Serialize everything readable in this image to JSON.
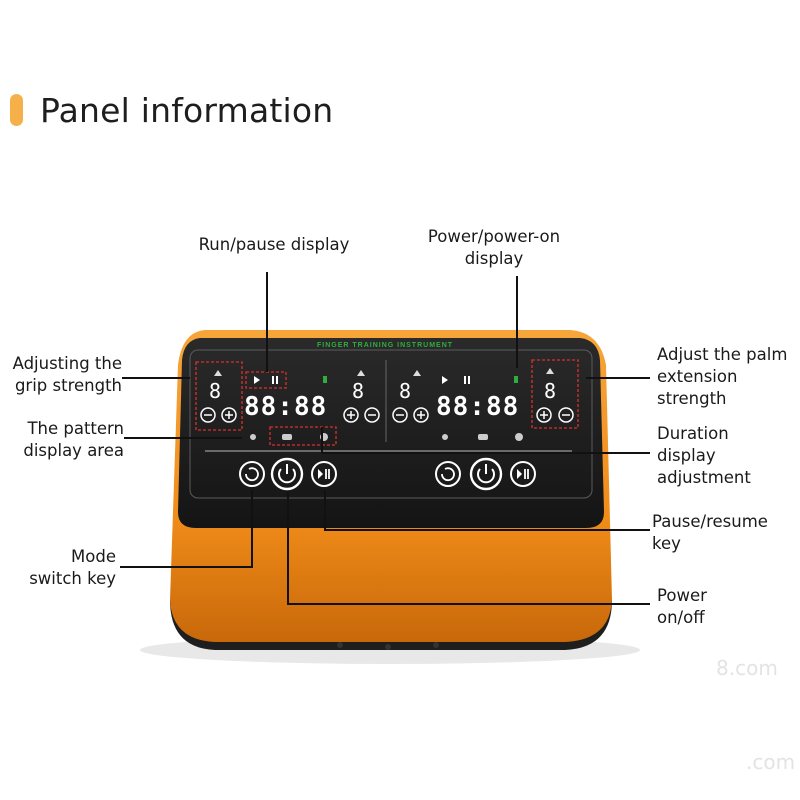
{
  "page": {
    "title": "Panel information",
    "accent_color": "#f5b049"
  },
  "device": {
    "brand_text": "FINGER TRAINING INSTRUMENT",
    "body_color": "#f08c19",
    "panel_color": "#1c1c1c",
    "segment_color": "#ffffff",
    "brand_color": "#2fae3f",
    "highlight_color": "#d9302c",
    "digit_single": "8",
    "digit_time": "88:88"
  },
  "callouts": {
    "run_pause_display": "Run/pause display",
    "power_on_display_line1": "Power/power-on",
    "power_on_display_line2": "display",
    "grip_strength_line1": "Adjusting the",
    "grip_strength_line2": "grip strength",
    "pattern_area_line1": "The pattern",
    "pattern_area_line2": "display area",
    "palm_ext_line1": "Adjust the palm",
    "palm_ext_line2": "extension",
    "palm_ext_line3": "strength",
    "duration_line1": "Duration",
    "duration_line2": "display",
    "duration_line3": "adjustment",
    "pause_resume_line1": "Pause/resume",
    "pause_resume_line2": "key",
    "mode_switch_line1": "Mode",
    "mode_switch_line2": "switch key",
    "power_line1": "Power",
    "power_line2": "on/off"
  },
  "watermark": {
    "text1": "8.com",
    "text2": ".com"
  }
}
